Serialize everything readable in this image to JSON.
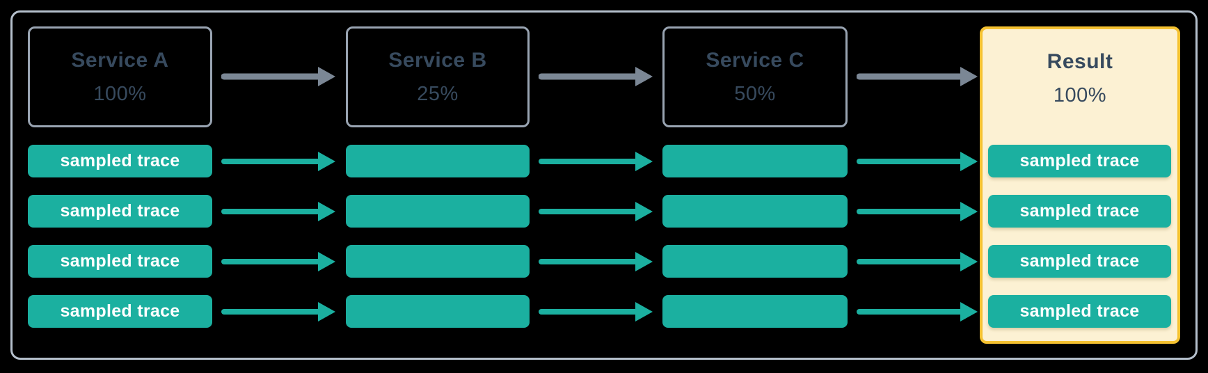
{
  "services": [
    {
      "name": "Service A",
      "rate": "100%"
    },
    {
      "name": "Service B",
      "rate": "25%"
    },
    {
      "name": "Service C",
      "rate": "50%"
    }
  ],
  "result": {
    "title": "Result",
    "rate": "100%"
  },
  "trace_rows": [
    {
      "source_label": "sampled trace",
      "result_label": "sampled trace"
    },
    {
      "source_label": "sampled trace",
      "result_label": "sampled trace"
    },
    {
      "source_label": "sampled trace",
      "result_label": "sampled trace"
    },
    {
      "source_label": "sampled trace",
      "result_label": "sampled trace"
    }
  ],
  "colors": {
    "background": "#000000",
    "frame_border": "#b5c0cc",
    "service_border": "#99a4b2",
    "service_text": "#374a5e",
    "teal": "#1bb0a0",
    "bar_text": "#ffffff",
    "gray_arrow": "#7b8795",
    "result_fill": "#fcf1d3",
    "result_border": "#f5c231"
  }
}
